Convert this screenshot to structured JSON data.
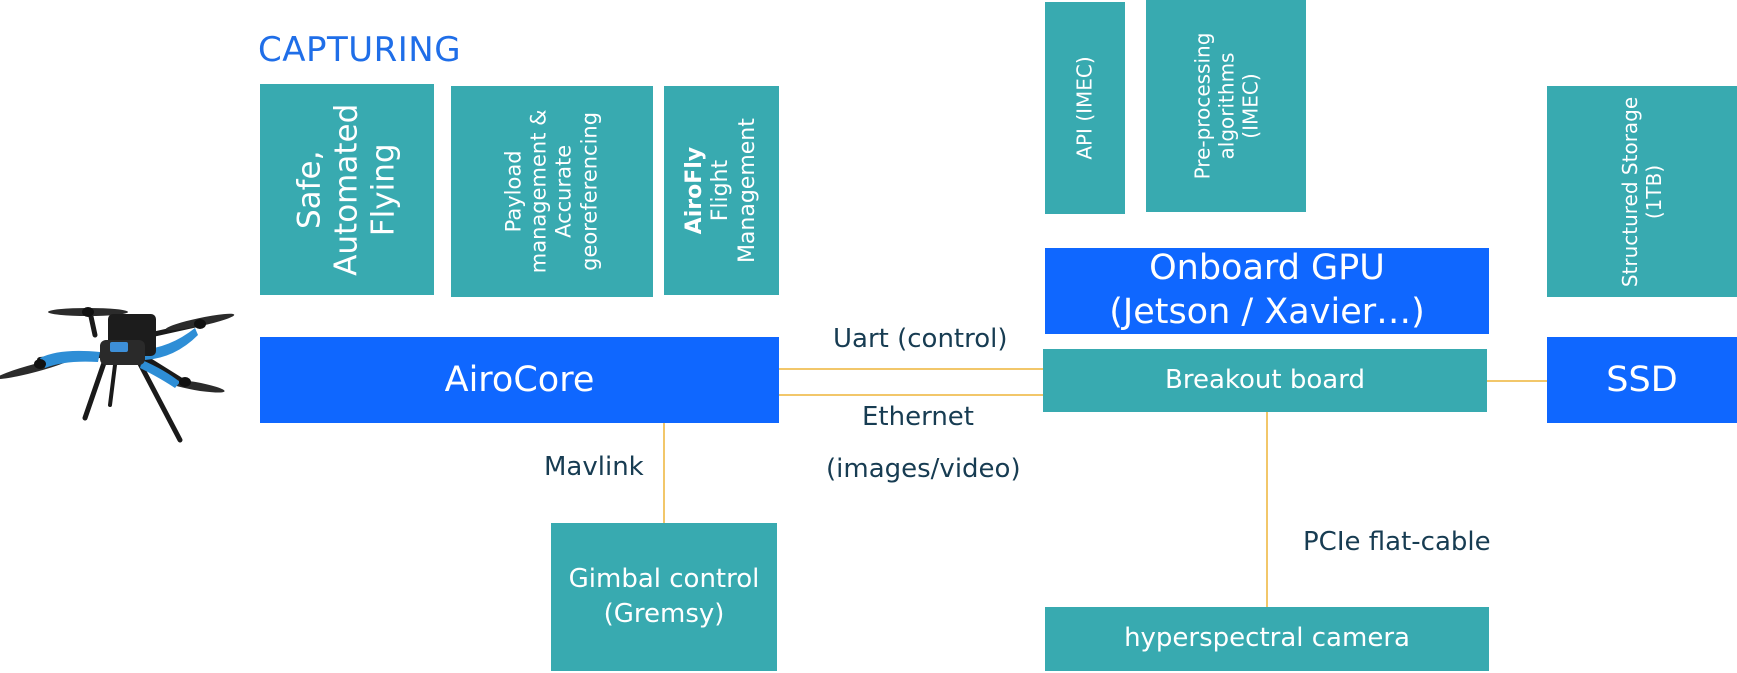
{
  "title": "CAPTURING",
  "capture_boxes": {
    "safe_flying": [
      "Safe,",
      "Automated",
      "Flying"
    ],
    "payload": [
      "Payload",
      "management &",
      "Accurate",
      "georeferencing"
    ],
    "airofly": {
      "bold": "AiroFly",
      "lines": [
        "Flight",
        "Management"
      ]
    }
  },
  "processing_boxes": {
    "api": "API (IMEC)",
    "preprocessing": [
      "Pre-processing",
      "algorithms",
      "(IMEC)"
    ],
    "storage": [
      "Structured Storage",
      "(1TB)"
    ]
  },
  "gpu": [
    "Onboard GPU",
    "(Jetson / Xavier…)"
  ],
  "airocore": "AiroCore",
  "breakout": "Breakout board",
  "ssd": "SSD",
  "gimbal": [
    "Gimbal control",
    "(Gremsy)"
  ],
  "camera": "hyperspectral camera",
  "connections": {
    "uart": "Uart (control)",
    "ethernet": "Ethernet",
    "ethernet_sub": "(images/video)",
    "mavlink": "Mavlink",
    "pcie": "PCIe flat-cable"
  },
  "colors": {
    "teal": "#38aab0",
    "blue": "#0f67ff",
    "title": "#1f6ee8",
    "line": "#f2c76a",
    "label": "#173c52"
  }
}
